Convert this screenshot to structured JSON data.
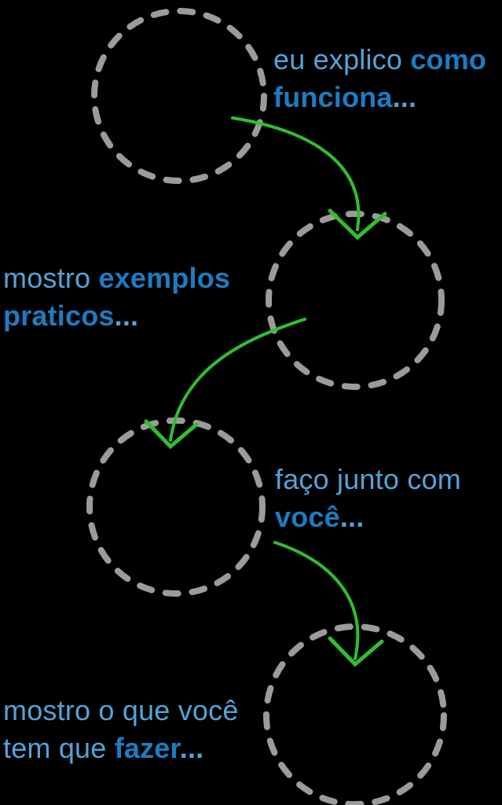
{
  "diagram_title": "process-steps-infographic",
  "colors": {
    "light_blue": "#53a3d8",
    "dark_blue": "#1d7cc2",
    "green": "#2fbe2f",
    "gray": "#9b9b9b",
    "background": "#000000"
  },
  "steps": [
    {
      "l1a": "eu explico ",
      "l1b": "como",
      "l2a": "",
      "l2b": "funciona",
      "l2c": "..."
    },
    {
      "l1a": "mostro ",
      "l1b": "exemplos",
      "l2a": "",
      "l2b": "praticos",
      "l2c": "..."
    },
    {
      "l1a": "faço junto com",
      "l1b": "",
      "l2a": "",
      "l2b": "você",
      "l2c": "..."
    },
    {
      "l1a": "mostro o que você",
      "l1b": "",
      "l2a": "tem que ",
      "l2b": "fazer",
      "l2c": "..."
    }
  ]
}
